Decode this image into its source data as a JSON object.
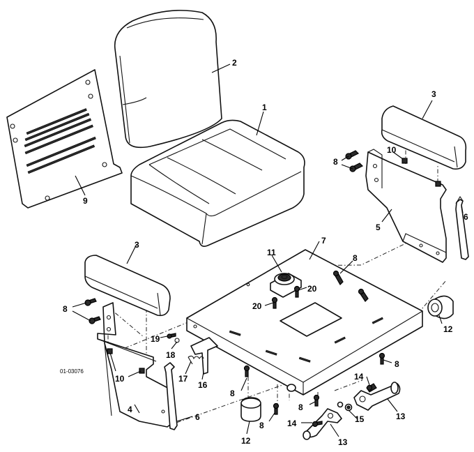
{
  "reference_code": "01-03076",
  "callouts": {
    "seat_cushion": "1",
    "seat_back": "2",
    "armrest_right": "3",
    "armrest_left": "3",
    "mount_bracket_left": "4",
    "mount_bracket_right": "5",
    "pin_right": "6",
    "pin_left": "6",
    "seat_plate": "7",
    "bolt_right_upper": "8",
    "bolt_left": "8",
    "bolt_plate_top": "8",
    "bolt_plate_right": "8",
    "bolt_plate_under_left": "8",
    "bolt_plate_under_mid": "8",
    "bolt_plate_bottom": "8",
    "back_panel": "9",
    "nut_right": "10",
    "nut_left": "10",
    "seat_switch": "11",
    "bushing_right": "12",
    "bushing_left": "12",
    "pivot_shaft_right": "13",
    "pivot_shaft_left": "13",
    "bolt_shaft_right": "14",
    "bolt_shaft_left": "14",
    "nut_shaft": "15",
    "latch_plate": "16",
    "spring": "17",
    "rivet": "18",
    "screw_latch": "19",
    "screw_switch_right": "20",
    "screw_switch_left": "20"
  }
}
